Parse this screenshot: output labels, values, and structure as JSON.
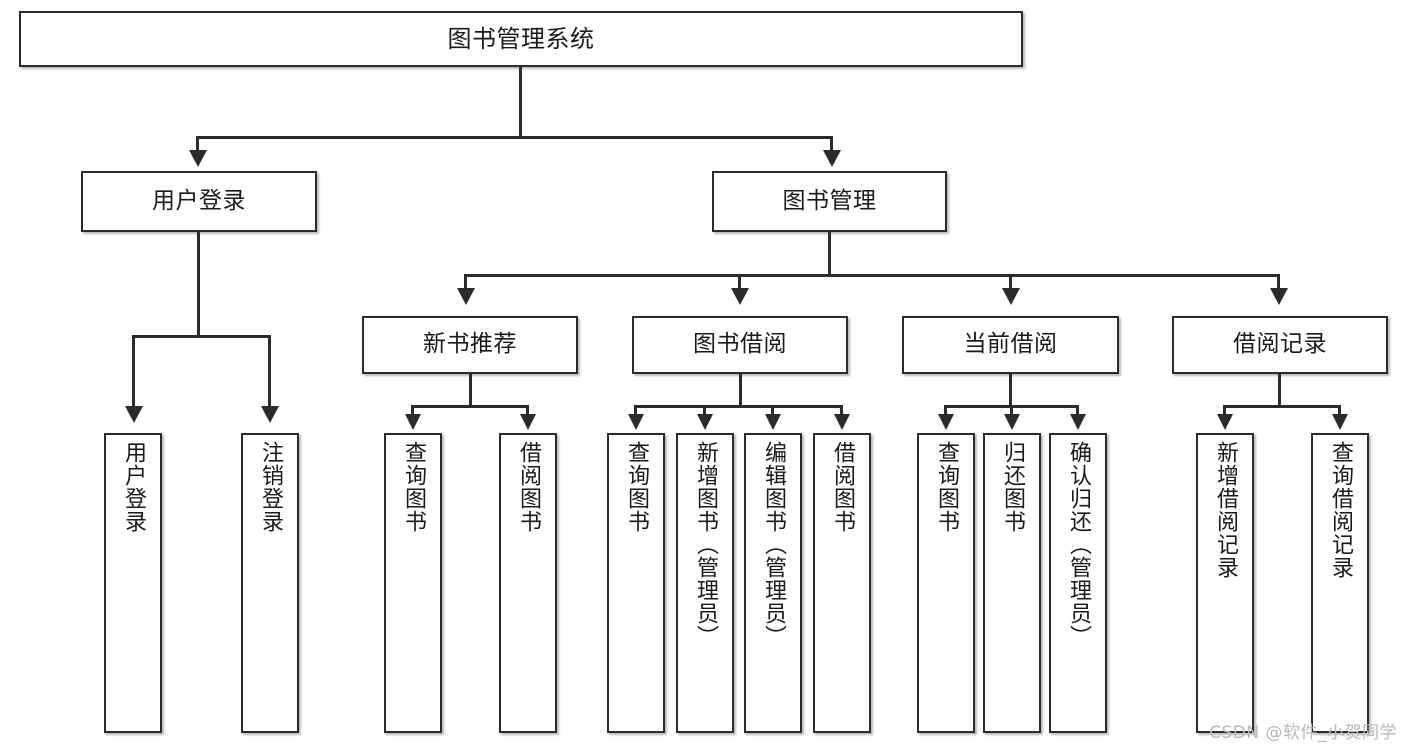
{
  "diagram": {
    "type": "tree-hierarchy-chart",
    "title": "图书管理系统",
    "watermark": "CSDN @软件_小贺同学",
    "colors": {
      "stroke": "#2b2b2b",
      "fill": "#ffffff",
      "text": "#1a1a1a",
      "watermark": "#b9b9b9"
    },
    "root": {
      "label": "图书管理系统"
    },
    "level2": [
      {
        "label": "用户登录"
      },
      {
        "label": "图书管理"
      }
    ],
    "level3": [
      {
        "label": "新书推荐"
      },
      {
        "label": "图书借阅"
      },
      {
        "label": "当前借阅"
      },
      {
        "label": "借阅记录"
      }
    ],
    "leaves": {
      "user_login": [
        {
          "label": "用户登录"
        },
        {
          "label": "注销登录"
        }
      ],
      "new_book": [
        {
          "label": "查询图书"
        },
        {
          "label": "借阅图书"
        }
      ],
      "book_borrow": [
        {
          "label": "查询图书"
        },
        {
          "label": "新增图书（管理员）"
        },
        {
          "label": "编辑图书（管理员）"
        },
        {
          "label": "借阅图书"
        }
      ],
      "current_borrow": [
        {
          "label": "查询图书"
        },
        {
          "label": "归还图书"
        },
        {
          "label": "确认归还（管理员）"
        }
      ],
      "borrow_record": [
        {
          "label": "新增借阅记录"
        },
        {
          "label": "查询借阅记录"
        }
      ]
    }
  }
}
